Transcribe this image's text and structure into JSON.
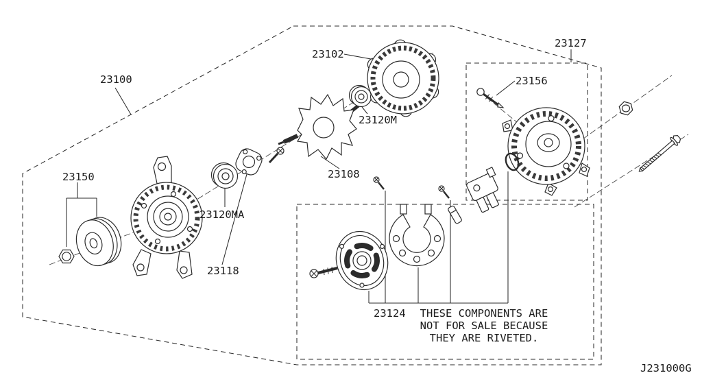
{
  "figure": {
    "code": "J231000G"
  },
  "labels": {
    "assembly": "23100",
    "stator": "23102",
    "rotor": "23108",
    "bearing_retainer": "23118",
    "rear_bearing": "23120M",
    "front_bearing": "23120MA",
    "riveted_parts": "23124",
    "rear_cover": "23127",
    "pulley": "23150",
    "bolt": "23156"
  },
  "note": {
    "line1": "THESE COMPONENTS ARE",
    "line2": "NOT FOR SALE BECAUSE",
    "line3": "THEY ARE RIVETED."
  }
}
